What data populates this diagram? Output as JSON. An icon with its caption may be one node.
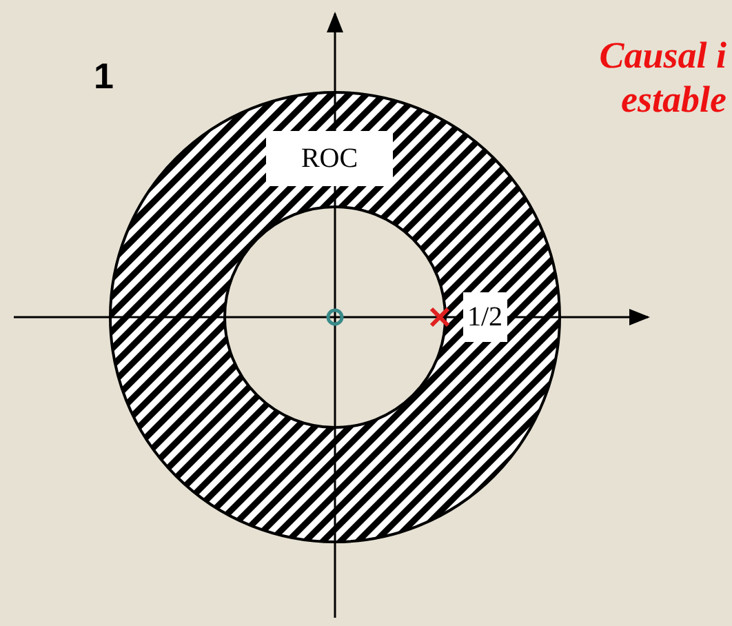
{
  "diagram": {
    "labels": [
      "1",
      "Causal i estable",
      "ROC",
      "1/2"
    ]
  }
}
